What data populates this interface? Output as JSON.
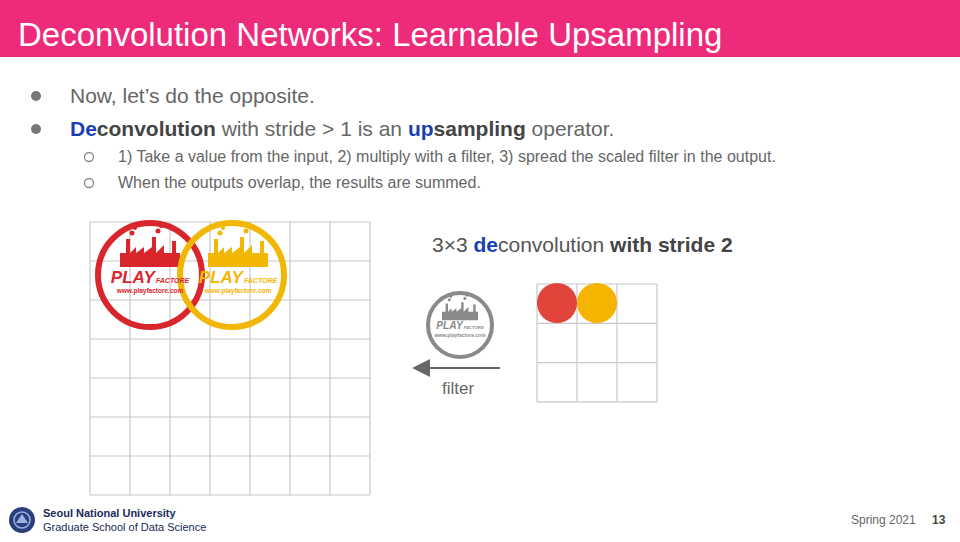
{
  "diagram": {
    "title": "Deconvolution Networks: Learnable Upsampling",
    "labels": [
      "Now, let’s do the opposite.",
      "De",
      "convolution",
      " with stride > 1 is an ",
      "up",
      "sampling",
      " operator.",
      "1) Take a value from the input, 2) multiply with a filter, 3) spread the scaled filter in the output.",
      "When the outputs overlap, the results are summed.",
      "3×3 ",
      "de",
      "convolution ",
      "with stride 2",
      "PLAY",
      "FACTORE",
      "www.playfactore.com",
      "PLAY",
      "FACTORE",
      "www.playfactore.com",
      "PLAY",
      "FACTORE",
      "www.playfactore.com",
      "filter",
      "Seoul National University",
      "Graduate School of Data Science",
      "Spring 2021",
      "13"
    ]
  }
}
